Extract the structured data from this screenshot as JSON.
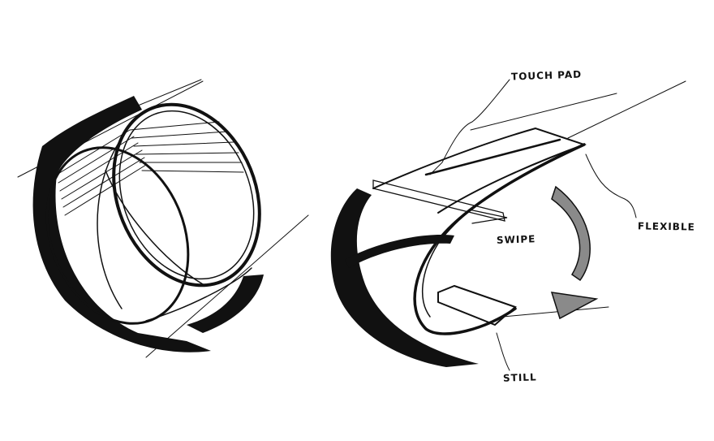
{
  "labels": {
    "touch_pad": "TOUCH PAD",
    "flexible": "FLEXIBLE",
    "swipe": "SWIPE",
    "still": "STILL"
  },
  "colors": {
    "ink": "#111111",
    "arrow_fill": "#8a8a8a",
    "paper": "#ffffff"
  }
}
